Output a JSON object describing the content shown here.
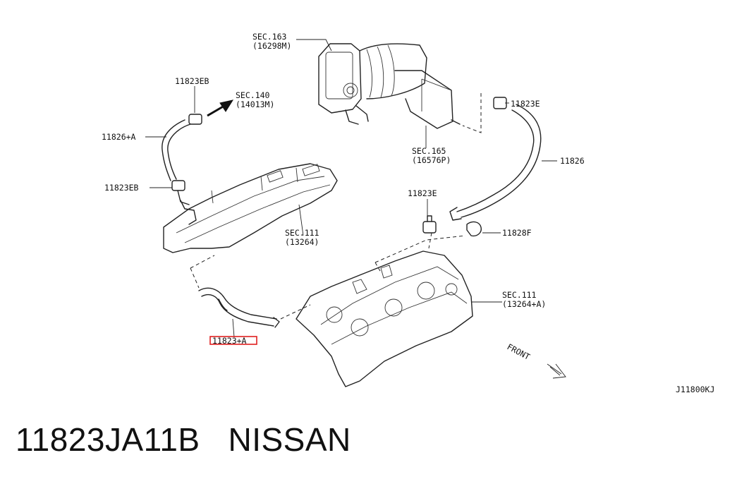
{
  "diagram": {
    "labels": {
      "sec163": "SEC.163",
      "sec163_part": "(16298M)",
      "sec140": "SEC.140",
      "sec140_part": "(14013M)",
      "sec165": "SEC.165",
      "sec165_part": "(16576P)",
      "sec111_top": "SEC.111",
      "sec111_top_part": "(13264)",
      "sec111_bottom": "SEC.111",
      "sec111_bottom_part": "(13264+A)",
      "p11823EB_top": "11823EB",
      "p11826A": "11826+A",
      "p11823EB_mid": "11823EB",
      "p11823E_right": "11823E",
      "p11826": "11826",
      "p11823E_mid": "11823E",
      "p11828F": "11828F",
      "p11823A": "11823+A",
      "front": "FRONT",
      "diagram_code": "J11800KJ"
    },
    "highlight_color": "#e02020"
  },
  "footer": {
    "part_number": "11823JA11B",
    "brand": "NISSAN"
  }
}
